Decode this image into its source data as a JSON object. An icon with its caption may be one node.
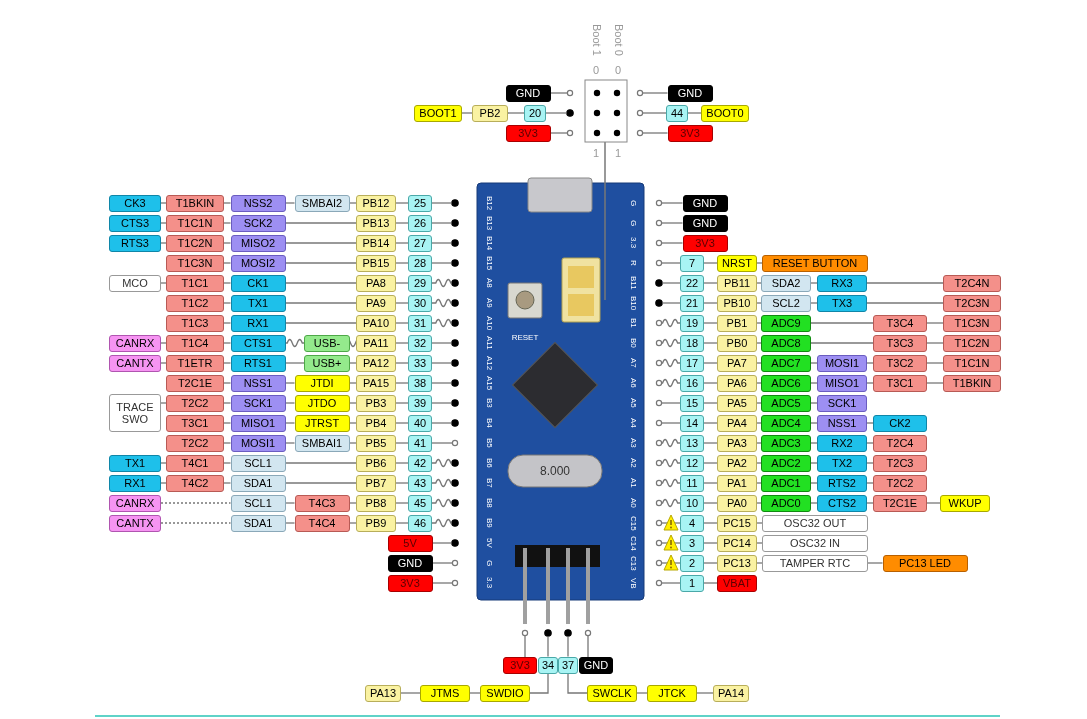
{
  "diagram": {
    "nodes": [
      {
        "text": [
          "GND"
        ]
      },
      {
        "text": [],
        "shape": "circle"
      },
      {
        "text": [
          "BOOT1"
        ]
      },
      {
        "text": [
          "PB2"
        ]
      },
      {
        "text": [
          "20"
        ]
      },
      {
        "text": [],
        "shape": "circle"
      },
      {
        "text": [
          "3V3"
        ]
      },
      {
        "text": [],
        "shape": "circle"
      },
      {
        "text": [],
        "shape": "circle"
      },
      {
        "text": [
          "GND"
        ]
      },
      {
        "text": [],
        "shape": "circle"
      },
      {
        "text": [
          "44"
        ]
      },
      {
        "text": [
          "BOOT0"
        ]
      },
      {
        "text": [],
        "shape": "circle"
      },
      {
        "text": [
          "3V3"
        ]
      },
      {
        "text": [
          "CK3"
        ]
      },
      {
        "text": [
          "T1BKIN"
        ]
      },
      {
        "text": [
          "NSS2"
        ]
      },
      {
        "text": [
          "SMBAI2"
        ]
      },
      {
        "text": [
          "PB12"
        ]
      },
      {
        "text": [
          "25"
        ]
      },
      {
        "text": [],
        "shape": "circle"
      },
      {
        "text": [],
        "shape": "circle"
      },
      {
        "text": [
          "GND"
        ]
      },
      {
        "text": [
          "CTS3"
        ]
      },
      {
        "text": [
          "T1C1N"
        ]
      },
      {
        "text": [
          "SCK2"
        ]
      },
      {
        "text": [
          "PB13"
        ]
      },
      {
        "text": [
          "26"
        ]
      },
      {
        "text": [],
        "shape": "circle"
      },
      {
        "text": [],
        "shape": "circle"
      },
      {
        "text": [
          "GND"
        ]
      },
      {
        "text": [
          "RTS3"
        ]
      },
      {
        "text": [
          "T1C2N"
        ]
      },
      {
        "text": [
          "MISO2"
        ]
      },
      {
        "text": [
          "PB14"
        ]
      },
      {
        "text": [
          "27"
        ]
      },
      {
        "text": [],
        "shape": "circle"
      },
      {
        "text": [],
        "shape": "circle"
      },
      {
        "text": [
          "3V3"
        ]
      },
      {
        "text": [
          "T1C3N"
        ]
      },
      {
        "text": [
          "MOSI2"
        ]
      },
      {
        "text": [
          "PB15"
        ]
      },
      {
        "text": [
          "28"
        ]
      },
      {
        "text": [],
        "shape": "circle"
      },
      {
        "text": [],
        "shape": "circle"
      },
      {
        "text": [
          "7"
        ]
      },
      {
        "text": [
          "NRST"
        ]
      },
      {
        "text": [
          "RESET BUTTON"
        ]
      },
      {
        "text": [
          "MCO"
        ]
      },
      {
        "text": [
          "T1C1"
        ]
      },
      {
        "text": [
          "CK1"
        ]
      },
      {
        "text": [
          "PA8"
        ]
      },
      {
        "text": [
          "29"
        ]
      },
      {
        "text": [],
        "shape": "circle"
      },
      {
        "text": [],
        "shape": "circle"
      },
      {
        "text": [
          "22"
        ]
      },
      {
        "text": [
          "PB11"
        ]
      },
      {
        "text": [
          "SDA2"
        ]
      },
      {
        "text": [
          "RX3"
        ]
      },
      {
        "text": [
          "T2C4N"
        ]
      },
      {
        "text": [
          "T1C2"
        ]
      },
      {
        "text": [
          "TX1"
        ]
      },
      {
        "text": [
          "PA9"
        ]
      },
      {
        "text": [
          "30"
        ]
      },
      {
        "text": [],
        "shape": "circle"
      },
      {
        "text": [],
        "shape": "circle"
      },
      {
        "text": [
          "21"
        ]
      },
      {
        "text": [
          "PB10"
        ]
      },
      {
        "text": [
          "SCL2"
        ]
      },
      {
        "text": [
          "TX3"
        ]
      },
      {
        "text": [
          "T2C3N"
        ]
      },
      {
        "text": [
          "T1C3"
        ]
      },
      {
        "text": [
          "RX1"
        ]
      },
      {
        "text": [
          "PA10"
        ]
      },
      {
        "text": [
          "31"
        ]
      },
      {
        "text": [],
        "shape": "circle"
      },
      {
        "text": [],
        "shape": "circle"
      },
      {
        "text": [
          "19"
        ]
      },
      {
        "text": [
          "PB1"
        ]
      },
      {
        "text": [
          "ADC9"
        ]
      },
      {
        "text": [
          "T3C4"
        ]
      },
      {
        "text": [
          "T1C3N"
        ]
      },
      {
        "text": [
          "CANRX"
        ]
      },
      {
        "text": [
          "T1C4"
        ]
      },
      {
        "text": [
          "CTS1"
        ]
      },
      {
        "text": [
          "USB-"
        ]
      },
      {
        "text": [
          "PA11"
        ]
      },
      {
        "text": [
          "32"
        ]
      },
      {
        "text": [],
        "shape": "circle"
      },
      {
        "text": [],
        "shape": "circle"
      },
      {
        "text": [
          "18"
        ]
      },
      {
        "text": [
          "PB0"
        ]
      },
      {
        "text": [
          "ADC8"
        ]
      },
      {
        "text": [
          "T3C3"
        ]
      },
      {
        "text": [
          "T1C2N"
        ]
      },
      {
        "text": [
          "CANTX"
        ]
      },
      {
        "text": [
          "T1ETR"
        ]
      },
      {
        "text": [
          "RTS1"
        ]
      },
      {
        "text": [
          "USB+"
        ]
      },
      {
        "text": [
          "PA12"
        ]
      },
      {
        "text": [
          "33"
        ]
      },
      {
        "text": [],
        "shape": "circle"
      },
      {
        "text": [],
        "shape": "circle"
      },
      {
        "text": [
          "17"
        ]
      },
      {
        "text": [
          "PA7"
        ]
      },
      {
        "text": [
          "ADC7"
        ]
      },
      {
        "text": [
          "MOSI1"
        ]
      },
      {
        "text": [
          "T3C2"
        ]
      },
      {
        "text": [
          "T1C1N"
        ]
      },
      {
        "text": [
          "T2C1E"
        ]
      },
      {
        "text": [
          "NSS1"
        ]
      },
      {
        "text": [
          "JTDI"
        ]
      },
      {
        "text": [
          "PA15"
        ]
      },
      {
        "text": [
          "38"
        ]
      },
      {
        "text": [],
        "shape": "circle"
      },
      {
        "text": [],
        "shape": "circle"
      },
      {
        "text": [
          "16"
        ]
      },
      {
        "text": [
          "PA6"
        ]
      },
      {
        "text": [
          "ADC6"
        ]
      },
      {
        "text": [
          "MISO1"
        ]
      },
      {
        "text": [
          "T3C1"
        ]
      },
      {
        "text": [
          "T1BKIN"
        ]
      },
      {
        "text": [
          "TRACE SWO"
        ]
      },
      {
        "text": [
          "T2C2"
        ]
      },
      {
        "text": [
          "SCK1"
        ]
      },
      {
        "text": [
          "JTDO"
        ]
      },
      {
        "text": [
          "PB3"
        ]
      },
      {
        "text": [
          "39"
        ]
      },
      {
        "text": [],
        "shape": "circle"
      },
      {
        "text": [],
        "shape": "circle"
      },
      {
        "text": [
          "15"
        ]
      },
      {
        "text": [
          "PA5"
        ]
      },
      {
        "text": [
          "ADC5"
        ]
      },
      {
        "text": [
          "SCK1"
        ]
      },
      {
        "text": [
          "T3C1"
        ]
      },
      {
        "text": [
          "MISO1"
        ]
      },
      {
        "text": [
          "JTRST"
        ]
      },
      {
        "text": [
          "PB4"
        ]
      },
      {
        "text": [
          "40"
        ]
      },
      {
        "text": [],
        "shape": "circle"
      },
      {
        "text": [],
        "shape": "circle"
      },
      {
        "text": [
          "14"
        ]
      },
      {
        "text": [
          "PA4"
        ]
      },
      {
        "text": [
          "ADC4"
        ]
      },
      {
        "text": [
          "NSS1"
        ]
      },
      {
        "text": [
          "CK2"
        ]
      },
      {
        "text": [
          "T2C2"
        ]
      },
      {
        "text": [
          "MOSI1"
        ]
      },
      {
        "text": [
          "SMBAI1"
        ]
      },
      {
        "text": [
          "PB5"
        ]
      },
      {
        "text": [
          "41"
        ]
      },
      {
        "text": [],
        "shape": "circle"
      },
      {
        "text": [],
        "shape": "circle"
      },
      {
        "text": [
          "13"
        ]
      },
      {
        "text": [
          "PA3"
        ]
      },
      {
        "text": [
          "ADC3"
        ]
      },
      {
        "text": [
          "RX2"
        ]
      },
      {
        "text": [
          "T2C4"
        ]
      },
      {
        "text": [
          "TX1"
        ]
      },
      {
        "text": [
          "T4C1"
        ]
      },
      {
        "text": [
          "SCL1"
        ]
      },
      {
        "text": [
          "PB6"
        ]
      },
      {
        "text": [
          "42"
        ]
      },
      {
        "text": [],
        "shape": "circle"
      },
      {
        "text": [],
        "shape": "circle"
      },
      {
        "text": [
          "12"
        ]
      },
      {
        "text": [
          "PA2"
        ]
      },
      {
        "text": [
          "ADC2"
        ]
      },
      {
        "text": [
          "TX2"
        ]
      },
      {
        "text": [
          "T2C3"
        ]
      },
      {
        "text": [
          "RX1"
        ]
      },
      {
        "text": [
          "T4C2"
        ]
      },
      {
        "text": [
          "SDA1"
        ]
      },
      {
        "text": [
          "PB7"
        ]
      },
      {
        "text": [
          "43"
        ]
      },
      {
        "text": [],
        "shape": "circle"
      },
      {
        "text": [],
        "shape": "circle"
      },
      {
        "text": [
          "11"
        ]
      },
      {
        "text": [
          "PA1"
        ]
      },
      {
        "text": [
          "ADC1"
        ]
      },
      {
        "text": [
          "RTS2"
        ]
      },
      {
        "text": [
          "T2C2"
        ]
      },
      {
        "text": [
          "CANRX"
        ]
      },
      {
        "text": [
          "SCL1"
        ]
      },
      {
        "text": [
          "T4C3"
        ]
      },
      {
        "text": [
          "PB8"
        ]
      },
      {
        "text": [
          "45"
        ]
      },
      {
        "text": [],
        "shape": "circle"
      },
      {
        "text": [],
        "shape": "circle"
      },
      {
        "text": [
          "10"
        ]
      },
      {
        "text": [
          "PA0"
        ]
      },
      {
        "text": [
          "ADC0"
        ]
      },
      {
        "text": [
          "CTS2"
        ]
      },
      {
        "text": [
          "T2C1E"
        ]
      },
      {
        "text": [
          "WKUP"
        ]
      },
      {
        "text": [
          "CANTX"
        ]
      },
      {
        "text": [
          "SDA1"
        ]
      },
      {
        "text": [
          "T4C4"
        ]
      },
      {
        "text": [
          "PB9"
        ]
      },
      {
        "text": [
          "46"
        ]
      },
      {
        "text": [],
        "shape": "circle"
      },
      {
        "text": [],
        "shape": "circle"
      },
      {
        "text": [
          "4"
        ]
      },
      {
        "text": [
          "PC15"
        ]
      },
      {
        "text": [
          "OSC32 OUT"
        ]
      },
      {
        "text": [
          "5V"
        ]
      },
      {
        "text": [],
        "shape": "circle"
      },
      {
        "text": [],
        "shape": "circle"
      },
      {
        "text": [
          "3"
        ]
      },
      {
        "text": [
          "PC14"
        ]
      },
      {
        "text": [
          "OSC32 IN"
        ]
      },
      {
        "text": [
          "GND"
        ]
      },
      {
        "text": [],
        "shape": "circle"
      },
      {
        "text": [],
        "shape": "circle"
      },
      {
        "text": [
          "2"
        ]
      },
      {
        "text": [
          "PC13"
        ]
      },
      {
        "text": [
          "TAMPER RTC"
        ]
      },
      {
        "text": [
          "PC13 LED"
        ]
      },
      {
        "text": [
          "3V3"
        ]
      },
      {
        "text": [],
        "shape": "circle"
      },
      {
        "text": [],
        "shape": "circle"
      },
      {
        "text": [
          "1"
        ]
      },
      {
        "text": [
          "VBAT"
        ]
      },
      {
        "text": [],
        "shape": "circle"
      },
      {
        "text": [],
        "shape": "circle"
      },
      {
        "text": [],
        "shape": "circle"
      },
      {
        "text": [],
        "shape": "circle"
      },
      {
        "text": [
          "3V3"
        ]
      },
      {
        "text": [
          "34"
        ]
      },
      {
        "text": [
          "37"
        ]
      },
      {
        "text": [
          "GND"
        ]
      },
      {
        "text": [
          "PA13"
        ]
      },
      {
        "text": [
          "JTMS"
        ]
      },
      {
        "text": [
          "SWDIO"
        ]
      },
      {
        "text": [
          "SWCLK"
        ]
      },
      {
        "text": [
          "JTCK"
        ]
      },
      {
        "text": [
          "PA14"
        ]
      }
    ],
    "edges": [
      {
        "from": 0,
        "to": 1,
        "arrow": "none"
      },
      {
        "from": 2,
        "to": 3,
        "arrow": "none"
      },
      {
        "from": 3,
        "to": 4,
        "arrow": "none"
      },
      {
        "from": 4,
        "to": 5,
        "arrow": "none"
      },
      {
        "from": 6,
        "to": 7,
        "arrow": "none"
      },
      {
        "from": 8,
        "to": 9,
        "arrow": "none"
      },
      {
        "from": 10,
        "to": 11,
        "arrow": "none"
      },
      {
        "from": 11,
        "to": 12,
        "arrow": "none"
      },
      {
        "from": 13,
        "to": 14,
        "arrow": "none"
      },
      {
        "from": 15,
        "to": 16,
        "arrow": "none"
      },
      {
        "from": 16,
        "to": 17,
        "arrow": "none"
      },
      {
        "from": 17,
        "to": 18,
        "arrow": "none"
      },
      {
        "from": 18,
        "to": 19,
        "arrow": "none"
      },
      {
        "from": 19,
        "to": 20,
        "arrow": "none"
      },
      {
        "from": 20,
        "to": 21,
        "arrow": "none"
      },
      {
        "from": 22,
        "to": 23,
        "arrow": "none"
      },
      {
        "from": 24,
        "to": 25,
        "arrow": "none"
      },
      {
        "from": 25,
        "to": 26,
        "arrow": "none"
      },
      {
        "from": 26,
        "to": 27,
        "arrow": "none"
      },
      {
        "from": 27,
        "to": 28,
        "arrow": "none"
      },
      {
        "from": 28,
        "to": 29,
        "arrow": "none"
      },
      {
        "from": 30,
        "to": 31,
        "arrow": "none"
      },
      {
        "from": 32,
        "to": 33,
        "arrow": "none"
      },
      {
        "from": 33,
        "to": 34,
        "arrow": "none"
      },
      {
        "from": 34,
        "to": 35,
        "arrow": "none"
      },
      {
        "from": 35,
        "to": 36,
        "arrow": "none"
      },
      {
        "from": 36,
        "to": 37,
        "arrow": "none"
      },
      {
        "from": 38,
        "to": 39,
        "arrow": "none"
      },
      {
        "from": 40,
        "to": 41,
        "arrow": "none"
      },
      {
        "from": 41,
        "to": 42,
        "arrow": "none"
      },
      {
        "from": 42,
        "to": 43,
        "arrow": "none"
      },
      {
        "from": 43,
        "to": 44,
        "arrow": "none"
      },
      {
        "from": 45,
        "to": 46,
        "arrow": "none"
      },
      {
        "from": 46,
        "to": 47,
        "arrow": "none"
      },
      {
        "from": 47,
        "to": 48,
        "arrow": "none"
      },
      {
        "from": 49,
        "to": 50,
        "arrow": "none"
      },
      {
        "from": 50,
        "to": 51,
        "arrow": "none"
      },
      {
        "from": 51,
        "to": 52,
        "arrow": "none"
      },
      {
        "from": 52,
        "to": 53,
        "arrow": "none"
      },
      {
        "from": 53,
        "to": 54,
        "arrow": "none"
      },
      {
        "from": 55,
        "to": 56,
        "arrow": "none"
      },
      {
        "from": 56,
        "to": 57,
        "arrow": "none"
      },
      {
        "from": 57,
        "to": 58,
        "arrow": "none"
      },
      {
        "from": 58,
        "to": 59,
        "arrow": "none"
      },
      {
        "from": 59,
        "to": 60,
        "arrow": "none"
      },
      {
        "from": 61,
        "to": 62,
        "arrow": "none"
      },
      {
        "from": 62,
        "to": 63,
        "arrow": "none"
      },
      {
        "from": 63,
        "to": 64,
        "arrow": "none"
      },
      {
        "from": 64,
        "to": 65,
        "arrow": "none"
      },
      {
        "from": 66,
        "to": 67,
        "arrow": "none"
      },
      {
        "from": 67,
        "to": 68,
        "arrow": "none"
      },
      {
        "from": 68,
        "to": 69,
        "arrow": "none"
      },
      {
        "from": 69,
        "to": 70,
        "arrow": "none"
      },
      {
        "from": 70,
        "to": 71,
        "arrow": "none"
      },
      {
        "from": 72,
        "to": 73,
        "arrow": "none"
      },
      {
        "from": 73,
        "to": 74,
        "arrow": "none"
      },
      {
        "from": 74,
        "to": 75,
        "arrow": "none"
      },
      {
        "from": 75,
        "to": 76,
        "arrow": "none"
      },
      {
        "from": 77,
        "to": 78,
        "arrow": "none"
      },
      {
        "from": 78,
        "to": 79,
        "arrow": "none"
      },
      {
        "from": 79,
        "to": 80,
        "arrow": "none"
      },
      {
        "from": 80,
        "to": 81,
        "arrow": "none"
      },
      {
        "from": 81,
        "to": 82,
        "arrow": "none"
      },
      {
        "from": 83,
        "to": 84,
        "arrow": "none"
      },
      {
        "from": 84,
        "to": 85,
        "arrow": "none"
      },
      {
        "from": 85,
        "to": 86,
        "arrow": "none"
      },
      {
        "from": 86,
        "to": 87,
        "arrow": "none"
      },
      {
        "from": 87,
        "to": 88,
        "arrow": "none"
      },
      {
        "from": 88,
        "to": 89,
        "arrow": "none"
      },
      {
        "from": 90,
        "to": 91,
        "arrow": "none"
      },
      {
        "from": 91,
        "to": 92,
        "arrow": "none"
      },
      {
        "from": 92,
        "to": 93,
        "arrow": "none"
      },
      {
        "from": 93,
        "to": 94,
        "arrow": "none"
      },
      {
        "from": 94,
        "to": 95,
        "arrow": "none"
      },
      {
        "from": 96,
        "to": 97,
        "arrow": "none"
      },
      {
        "from": 97,
        "to": 98,
        "arrow": "none"
      },
      {
        "from": 98,
        "to": 99,
        "arrow": "none"
      },
      {
        "from": 99,
        "to": 100,
        "arrow": "none"
      },
      {
        "from": 100,
        "to": 101,
        "arrow": "none"
      },
      {
        "from": 101,
        "to": 102,
        "arrow": "none"
      },
      {
        "from": 103,
        "to": 104,
        "arrow": "none"
      },
      {
        "from": 104,
        "to": 105,
        "arrow": "none"
      },
      {
        "from": 105,
        "to": 106,
        "arrow": "none"
      },
      {
        "from": 106,
        "to": 107,
        "arrow": "none"
      },
      {
        "from": 107,
        "to": 108,
        "arrow": "none"
      },
      {
        "from": 108,
        "to": 109,
        "arrow": "none"
      },
      {
        "from": 110,
        "to": 111,
        "arrow": "none"
      },
      {
        "from": 111,
        "to": 112,
        "arrow": "none"
      },
      {
        "from": 112,
        "to": 113,
        "arrow": "none"
      },
      {
        "from": 113,
        "to": 114,
        "arrow": "none"
      },
      {
        "from": 114,
        "to": 115,
        "arrow": "none"
      },
      {
        "from": 116,
        "to": 117,
        "arrow": "none"
      },
      {
        "from": 117,
        "to": 118,
        "arrow": "none"
      },
      {
        "from": 118,
        "to": 119,
        "arrow": "none"
      },
      {
        "from": 119,
        "to": 120,
        "arrow": "none"
      },
      {
        "from": 120,
        "to": 121,
        "arrow": "none"
      },
      {
        "from": 121,
        "to": 122,
        "arrow": "none"
      },
      {
        "from": 123,
        "to": 124,
        "arrow": "none"
      },
      {
        "from": 124,
        "to": 125,
        "arrow": "none"
      },
      {
        "from": 125,
        "to": 126,
        "arrow": "none"
      },
      {
        "from": 126,
        "to": 127,
        "arrow": "none"
      },
      {
        "from": 127,
        "to": 128,
        "arrow": "none"
      },
      {
        "from": 128,
        "to": 129,
        "arrow": "none"
      },
      {
        "from": 130,
        "to": 131,
        "arrow": "none"
      },
      {
        "from": 131,
        "to": 132,
        "arrow": "none"
      },
      {
        "from": 132,
        "to": 133,
        "arrow": "none"
      },
      {
        "from": 133,
        "to": 134,
        "arrow": "none"
      },
      {
        "from": 135,
        "to": 136,
        "arrow": "none"
      },
      {
        "from": 136,
        "to": 137,
        "arrow": "none"
      },
      {
        "from": 137,
        "to": 138,
        "arrow": "none"
      },
      {
        "from": 138,
        "to": 139,
        "arrow": "none"
      },
      {
        "from": 139,
        "to": 140,
        "arrow": "none"
      },
      {
        "from": 141,
        "to": 142,
        "arrow": "none"
      },
      {
        "from": 142,
        "to": 143,
        "arrow": "none"
      },
      {
        "from": 143,
        "to": 144,
        "arrow": "none"
      },
      {
        "from": 144,
        "to": 145,
        "arrow": "none"
      },
      {
        "from": 145,
        "to": 146,
        "arrow": "none"
      },
      {
        "from": 147,
        "to": 148,
        "arrow": "none"
      },
      {
        "from": 148,
        "to": 149,
        "arrow": "none"
      },
      {
        "from": 149,
        "to": 150,
        "arrow": "none"
      },
      {
        "from": 150,
        "to": 151,
        "arrow": "none"
      },
      {
        "from": 151,
        "to": 152,
        "arrow": "none"
      },
      {
        "from": 153,
        "to": 154,
        "arrow": "none"
      },
      {
        "from": 154,
        "to": 155,
        "arrow": "none"
      },
      {
        "from": 155,
        "to": 156,
        "arrow": "none"
      },
      {
        "from": 156,
        "to": 157,
        "arrow": "none"
      },
      {
        "from": 157,
        "to": 158,
        "arrow": "none"
      },
      {
        "from": 159,
        "to": 160,
        "arrow": "none"
      },
      {
        "from": 160,
        "to": 161,
        "arrow": "none"
      },
      {
        "from": 161,
        "to": 162,
        "arrow": "none"
      },
      {
        "from": 162,
        "to": 163,
        "arrow": "none"
      },
      {
        "from": 163,
        "to": 164,
        "arrow": "none"
      },
      {
        "from": 165,
        "to": 166,
        "arrow": "none"
      },
      {
        "from": 166,
        "to": 167,
        "arrow": "none"
      },
      {
        "from": 167,
        "to": 168,
        "arrow": "none"
      },
      {
        "from": 168,
        "to": 169,
        "arrow": "none"
      },
      {
        "from": 169,
        "to": 170,
        "arrow": "none"
      },
      {
        "from": 171,
        "to": 172,
        "arrow": "none"
      },
      {
        "from": 172,
        "to": 173,
        "arrow": "none"
      },
      {
        "from": 173,
        "to": 174,
        "arrow": "none"
      },
      {
        "from": 174,
        "to": 175,
        "arrow": "none"
      },
      {
        "from": 175,
        "to": 176,
        "arrow": "none"
      },
      {
        "from": 177,
        "to": 178,
        "arrow": "none"
      },
      {
        "from": 178,
        "to": 179,
        "arrow": "none"
      },
      {
        "from": 179,
        "to": 180,
        "arrow": "none"
      },
      {
        "from": 180,
        "to": 181,
        "arrow": "none"
      },
      {
        "from": 181,
        "to": 182,
        "arrow": "none"
      },
      {
        "from": 183,
        "to": 184,
        "arrow": "none",
        "style": "dashed"
      },
      {
        "from": 184,
        "to": 185,
        "arrow": "none"
      },
      {
        "from": 185,
        "to": 186,
        "arrow": "none"
      },
      {
        "from": 186,
        "to": 187,
        "arrow": "none"
      },
      {
        "from": 187,
        "to": 188,
        "arrow": "none"
      },
      {
        "from": 189,
        "to": 190,
        "arrow": "none"
      },
      {
        "from": 190,
        "to": 191,
        "arrow": "none"
      },
      {
        "from": 191,
        "to": 192,
        "arrow": "none"
      },
      {
        "from": 192,
        "to": 193,
        "arrow": "none"
      },
      {
        "from": 193,
        "to": 194,
        "arrow": "none"
      },
      {
        "from": 194,
        "to": 195,
        "arrow": "none"
      },
      {
        "from": 196,
        "to": 197,
        "arrow": "none",
        "style": "dashed"
      },
      {
        "from": 197,
        "to": 198,
        "arrow": "none"
      },
      {
        "from": 198,
        "to": 199,
        "arrow": "none"
      },
      {
        "from": 199,
        "to": 200,
        "arrow": "none"
      },
      {
        "from": 200,
        "to": 201,
        "arrow": "none"
      },
      {
        "from": 202,
        "to": 203,
        "arrow": "none"
      },
      {
        "from": 203,
        "to": 204,
        "arrow": "none"
      },
      {
        "from": 204,
        "to": 205,
        "arrow": "none"
      },
      {
        "from": 206,
        "to": 207,
        "arrow": "none"
      },
      {
        "from": 208,
        "to": 209,
        "arrow": "none"
      },
      {
        "from": 209,
        "to": 210,
        "arrow": "none"
      },
      {
        "from": 210,
        "to": 211,
        "arrow": "none"
      },
      {
        "from": 212,
        "to": 213,
        "arrow": "none"
      },
      {
        "from": 214,
        "to": 215,
        "arrow": "none"
      },
      {
        "from": 215,
        "to": 216,
        "arrow": "none"
      },
      {
        "from": 216,
        "to": 217,
        "arrow": "none"
      },
      {
        "from": 217,
        "to": 218,
        "arrow": "none"
      },
      {
        "from": 219,
        "to": 220,
        "arrow": "none"
      },
      {
        "from": 221,
        "to": 222,
        "arrow": "none"
      },
      {
        "from": 222,
        "to": 223,
        "arrow": "none"
      },
      {
        "from": 224,
        "to": 228,
        "arrow": "none"
      },
      {
        "from": 225,
        "to": 229,
        "arrow": "none"
      },
      {
        "from": 226,
        "to": 230,
        "arrow": "none"
      },
      {
        "from": 227,
        "to": 231,
        "arrow": "none"
      },
      {
        "from": 232,
        "to": 233,
        "arrow": "none"
      },
      {
        "from": 233,
        "to": 234,
        "arrow": "none"
      },
      {
        "from": 229,
        "to": 234,
        "arrow": "none"
      },
      {
        "from": 230,
        "to": 235,
        "arrow": "none"
      },
      {
        "from": 235,
        "to": 236,
        "arrow": "none"
      },
      {
        "from": 236,
        "to": 237,
        "arrow": "none"
      }
    ],
    "labels": [
      "Boot 1",
      "Boot 0",
      "0",
      "0",
      "1",
      "1",
      "RESET",
      "8.000",
      "B12",
      "B13",
      "B14",
      "B15",
      "A8",
      "A9",
      "A10",
      "A11",
      "A12",
      "A15",
      "B3",
      "B4",
      "B5",
      "B6",
      "B7",
      "B8",
      "B9",
      "5V",
      "G",
      "3.3",
      "G",
      "G",
      "3.3",
      "R",
      "B11",
      "B10",
      "B1",
      "B0",
      "A7",
      "A6",
      "A5",
      "A4",
      "A3",
      "A2",
      "A1",
      "A0",
      "C15",
      "C14",
      "C13",
      "VB"
    ]
  }
}
